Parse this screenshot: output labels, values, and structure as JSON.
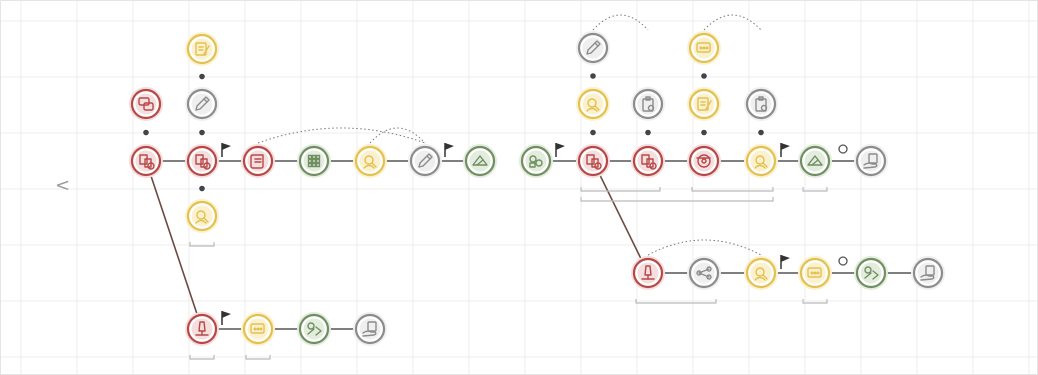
{
  "nav": {
    "back_label": "<"
  },
  "colors": {
    "red": "#b84848",
    "red_fill": "#f4dede",
    "gray": "#8c8c8c",
    "gray_fill": "#efefef",
    "yellow": "#e3c14e",
    "yellow_fill": "#fbf1cf",
    "green": "#6f8f62",
    "green_fill": "#e3ecdd",
    "connector": "#555555",
    "grid": "#ececec",
    "bracket": "#bbbbbb"
  },
  "nodes": [
    {
      "id": "n1",
      "style": "red",
      "icon": "compound-red-icon"
    },
    {
      "id": "n1t",
      "style": "red",
      "icon": "chat-bubbles-icon"
    },
    {
      "id": "n2",
      "style": "red",
      "icon": "compound-red-icon"
    },
    {
      "id": "n2a",
      "style": "yellow",
      "icon": "notepad-pencil-icon"
    },
    {
      "id": "n2b",
      "style": "gray",
      "icon": "pencil-icon"
    },
    {
      "id": "n2c",
      "style": "yellow",
      "icon": "search-person-icon"
    },
    {
      "id": "n3",
      "style": "red",
      "icon": "scroll-icon"
    },
    {
      "id": "n4",
      "style": "green",
      "icon": "grid-dots-icon"
    },
    {
      "id": "n5",
      "style": "yellow",
      "icon": "search-person-icon"
    },
    {
      "id": "n6",
      "style": "gray",
      "icon": "pencil-icon"
    },
    {
      "id": "n7",
      "style": "green",
      "icon": "send-arrow-icon"
    },
    {
      "id": "n8",
      "style": "green",
      "icon": "links-icon"
    },
    {
      "id": "n9",
      "style": "red",
      "icon": "compound-red-icon"
    },
    {
      "id": "n9a",
      "style": "gray",
      "icon": "pencil-icon"
    },
    {
      "id": "n9b",
      "style": "yellow",
      "icon": "search-person-icon"
    },
    {
      "id": "n10",
      "style": "red",
      "icon": "compound-red-icon"
    },
    {
      "id": "n10a",
      "style": "gray",
      "icon": "clipboard-icon"
    },
    {
      "id": "n11",
      "style": "red",
      "icon": "target-icon"
    },
    {
      "id": "n11a",
      "style": "yellow",
      "icon": "chat-box-icon"
    },
    {
      "id": "n11b",
      "style": "yellow",
      "icon": "notepad-pencil-icon"
    },
    {
      "id": "n12",
      "style": "yellow",
      "icon": "search-person-icon"
    },
    {
      "id": "n12a",
      "style": "gray",
      "icon": "clipboard-icon"
    },
    {
      "id": "n13",
      "style": "green",
      "icon": "send-arrow-icon"
    },
    {
      "id": "n14",
      "style": "gray",
      "icon": "hand-doc-icon"
    },
    {
      "id": "m1",
      "style": "red",
      "icon": "microscope-icon"
    },
    {
      "id": "m2",
      "style": "gray",
      "icon": "share-nodes-icon"
    },
    {
      "id": "m3",
      "style": "yellow",
      "icon": "search-person-icon"
    },
    {
      "id": "m4",
      "style": "yellow",
      "icon": "chat-box-icon"
    },
    {
      "id": "m5",
      "style": "green",
      "icon": "recycle-icon"
    },
    {
      "id": "m6",
      "style": "gray",
      "icon": "hand-doc-icon"
    },
    {
      "id": "b1",
      "style": "red",
      "icon": "microscope-icon"
    },
    {
      "id": "b2",
      "style": "yellow",
      "icon": "chat-box-icon"
    },
    {
      "id": "b3",
      "style": "green",
      "icon": "recycle-icon"
    },
    {
      "id": "b4",
      "style": "gray",
      "icon": "hand-doc-icon"
    }
  ],
  "connections": [
    [
      "n1",
      "n2"
    ],
    [
      "n2",
      "n3"
    ],
    [
      "n3",
      "n4"
    ],
    [
      "n4",
      "n5"
    ],
    [
      "n5",
      "n6"
    ],
    [
      "n6",
      "n7"
    ],
    [
      "n8",
      "n9"
    ],
    [
      "n9",
      "n10"
    ],
    [
      "n10",
      "n11"
    ],
    [
      "n11",
      "n12"
    ],
    [
      "n12",
      "n13"
    ],
    [
      "n13",
      "n14"
    ],
    [
      "m1",
      "m2"
    ],
    [
      "m2",
      "m3"
    ],
    [
      "m3",
      "m4"
    ],
    [
      "m4",
      "m5"
    ],
    [
      "m5",
      "m6"
    ],
    [
      "b1",
      "b2"
    ],
    [
      "b2",
      "b3"
    ],
    [
      "b3",
      "b4"
    ],
    [
      "n1",
      "b1"
    ],
    [
      "n9",
      "m1"
    ]
  ],
  "flags": [
    "n2",
    "n6",
    "n8",
    "n12",
    "m3",
    "b1"
  ],
  "circle_markers": [
    "n13",
    "m4"
  ],
  "vertical_stacks": [
    [
      "n1t",
      "n1"
    ],
    [
      "n2a",
      "n2b",
      "n2",
      "n2c"
    ],
    [
      "n9a",
      "n9b",
      "n9"
    ],
    [
      "n10a",
      "n10"
    ],
    [
      "n11a",
      "n11b",
      "n11"
    ],
    [
      "n12a",
      "n12"
    ]
  ],
  "arcs": [
    [
      "n3",
      "n6"
    ],
    [
      "n5",
      "n6"
    ],
    [
      "n9a",
      "n10a"
    ],
    [
      "n11a",
      "n12a"
    ],
    [
      "m1",
      "m3"
    ]
  ],
  "brackets": [
    [
      "n2c"
    ],
    [
      "n9",
      "n10"
    ],
    [
      "n11",
      "n12"
    ],
    [
      "n13"
    ],
    [
      "m1",
      "m2"
    ],
    [
      "m4"
    ],
    [
      "b1"
    ],
    [
      "b2"
    ]
  ]
}
